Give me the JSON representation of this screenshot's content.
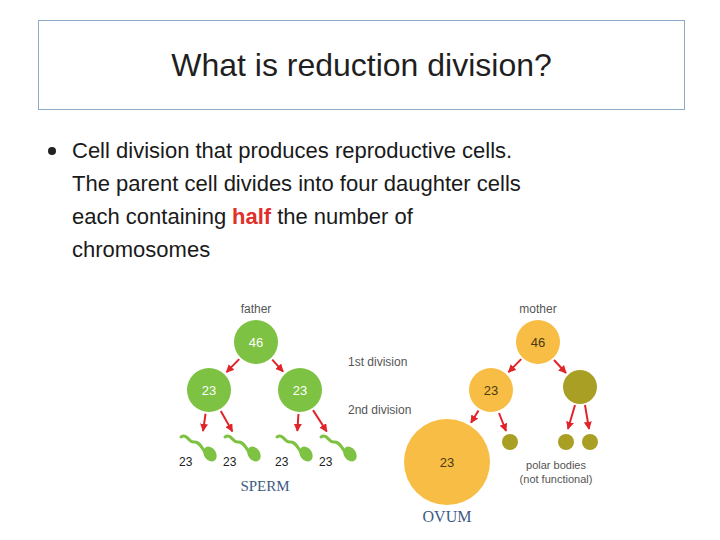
{
  "diagram": {
    "title": "What is reduction division?",
    "nodes": [
      {
        "text": [
          "father",
          "46"
        ]
      },
      {
        "text": [
          "mother",
          "46"
        ]
      },
      {
        "text": [
          "23"
        ]
      },
      {
        "text": [
          "23"
        ]
      },
      {
        "text": [
          "23"
        ]
      },
      {
        "text": [
          "23"
        ]
      },
      {
        "text": [
          "23"
        ]
      },
      {
        "text": [
          "23"
        ]
      },
      {
        "text": [
          "23"
        ]
      },
      {
        "text": [
          "23",
          "OVUM"
        ]
      }
    ],
    "edges": [
      {
        "from": 0,
        "to": 2,
        "arrow": "to"
      },
      {
        "from": 0,
        "to": 3,
        "arrow": "to"
      },
      {
        "from": 1,
        "to": 4,
        "arrow": "to"
      },
      {
        "from": 2,
        "to": 5,
        "arrow": "to"
      },
      {
        "from": 2,
        "to": 6,
        "arrow": "to"
      },
      {
        "from": 3,
        "to": 7,
        "arrow": "to"
      },
      {
        "from": 3,
        "to": 8,
        "arrow": "to"
      },
      {
        "from": 4,
        "to": 9,
        "arrow": "to"
      }
    ],
    "labels": [
      "Cell division that produces reproductive cells. The parent cell divides into four daughter cells each containing",
      "half",
      "the number of chromosomes",
      "1st division",
      "2nd division",
      "SPERM",
      "polar bodies (not functional)"
    ]
  }
}
